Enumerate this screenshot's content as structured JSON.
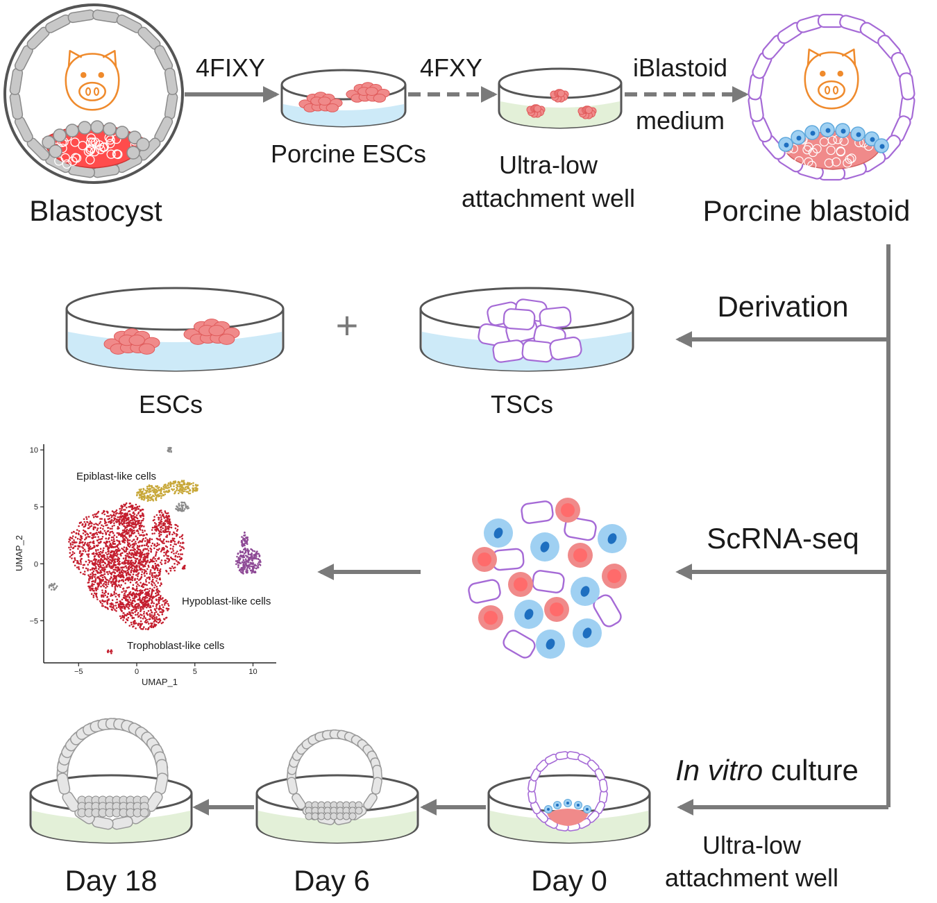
{
  "labels": {
    "blastocyst": "Blastocyst",
    "step1": "4FIXY",
    "porcine_escs": "Porcine ESCs",
    "step2": "4FXY",
    "ultra_low_1a": "Ultra-low",
    "ultra_low_1b": "attachment well",
    "iblastoid": "iBlastoid",
    "medium": "medium",
    "porcine_blastoid": "Porcine  blastoid",
    "derivation": "Derivation",
    "plus": "+",
    "escs": "ESCs",
    "tscs": "TSCs",
    "scrnaseq": "ScRNA-seq",
    "in_vitro_italic": "In vitro",
    "culture": " culture",
    "ultra_low_2a": "Ultra-low",
    "ultra_low_2b": "attachment well",
    "day0": "Day 0",
    "day6": "Day 6",
    "day18": "Day 18"
  },
  "chart_data": {
    "type": "scatter",
    "xlabel": "UMAP_1",
    "ylabel": "UMAP_2",
    "xlim": [
      -8,
      12
    ],
    "ylim": [
      -8.7,
      10.5
    ],
    "xticks": [
      -5,
      0,
      5,
      10
    ],
    "yticks": [
      -5,
      0,
      5,
      10
    ],
    "grid": false,
    "clusters": [
      {
        "name": "Epiblast-like cells",
        "color": "#c8a83a"
      },
      {
        "name": "Hypoblast-like cells",
        "color": "#8e4a96"
      },
      {
        "name": "Trophoblast-like cells",
        "color": "#c41e2e"
      }
    ]
  },
  "colors": {
    "arrow": "#7a7a7a",
    "epiblast_red": "#f08a8a",
    "hypoblast_blue": "#9fd0f2",
    "trophoblast_purple": "#a56ad6",
    "medium_blue": "#cdeaf8",
    "medium_green": "#e3f0d8",
    "pig_orange": "#ef8a2c",
    "grey_cell": "#c8c8c8"
  }
}
